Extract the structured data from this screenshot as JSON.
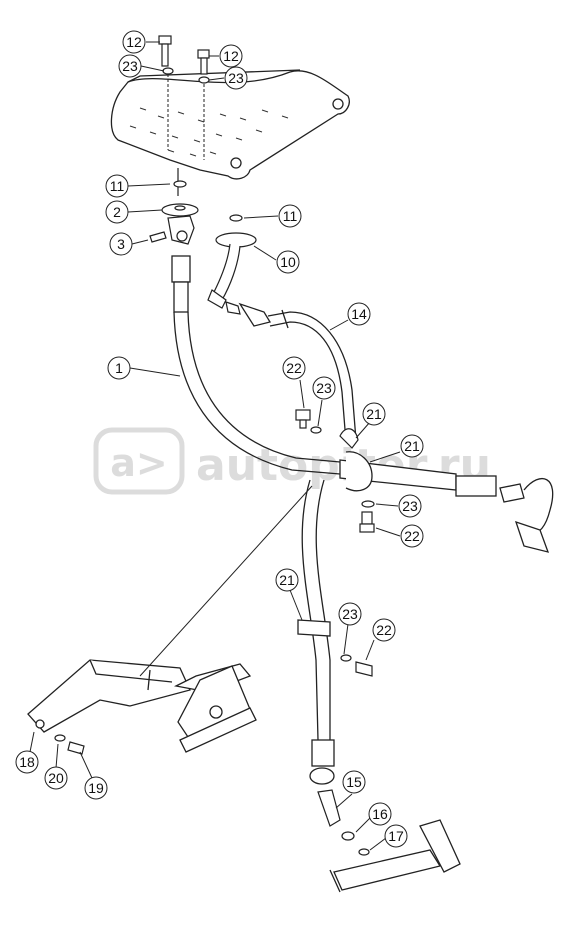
{
  "watermark": {
    "text": "autopiter.ru",
    "logo_glyph": "a>",
    "color": "#d9d9d9"
  },
  "callouts": [
    {
      "id": "c12a",
      "label": "12"
    },
    {
      "id": "c12b",
      "label": "12"
    },
    {
      "id": "c23a",
      "label": "23"
    },
    {
      "id": "c23b",
      "label": "23"
    },
    {
      "id": "c11a",
      "label": "11"
    },
    {
      "id": "c2",
      "label": "2"
    },
    {
      "id": "c11b",
      "label": "11"
    },
    {
      "id": "c3",
      "label": "3"
    },
    {
      "id": "c10",
      "label": "10"
    },
    {
      "id": "c14",
      "label": "14"
    },
    {
      "id": "c1",
      "label": "1"
    },
    {
      "id": "c22a",
      "label": "22"
    },
    {
      "id": "c23c",
      "label": "23"
    },
    {
      "id": "c21a",
      "label": "21"
    },
    {
      "id": "c21b",
      "label": "21"
    },
    {
      "id": "c23d",
      "label": "23"
    },
    {
      "id": "c22b",
      "label": "22"
    },
    {
      "id": "c21c",
      "label": "21"
    },
    {
      "id": "c23e",
      "label": "23"
    },
    {
      "id": "c22c",
      "label": "22"
    },
    {
      "id": "c18",
      "label": "18"
    },
    {
      "id": "c20",
      "label": "20"
    },
    {
      "id": "c19",
      "label": "19"
    },
    {
      "id": "c15",
      "label": "15"
    },
    {
      "id": "c16",
      "label": "16"
    },
    {
      "id": "c17",
      "label": "17"
    }
  ]
}
